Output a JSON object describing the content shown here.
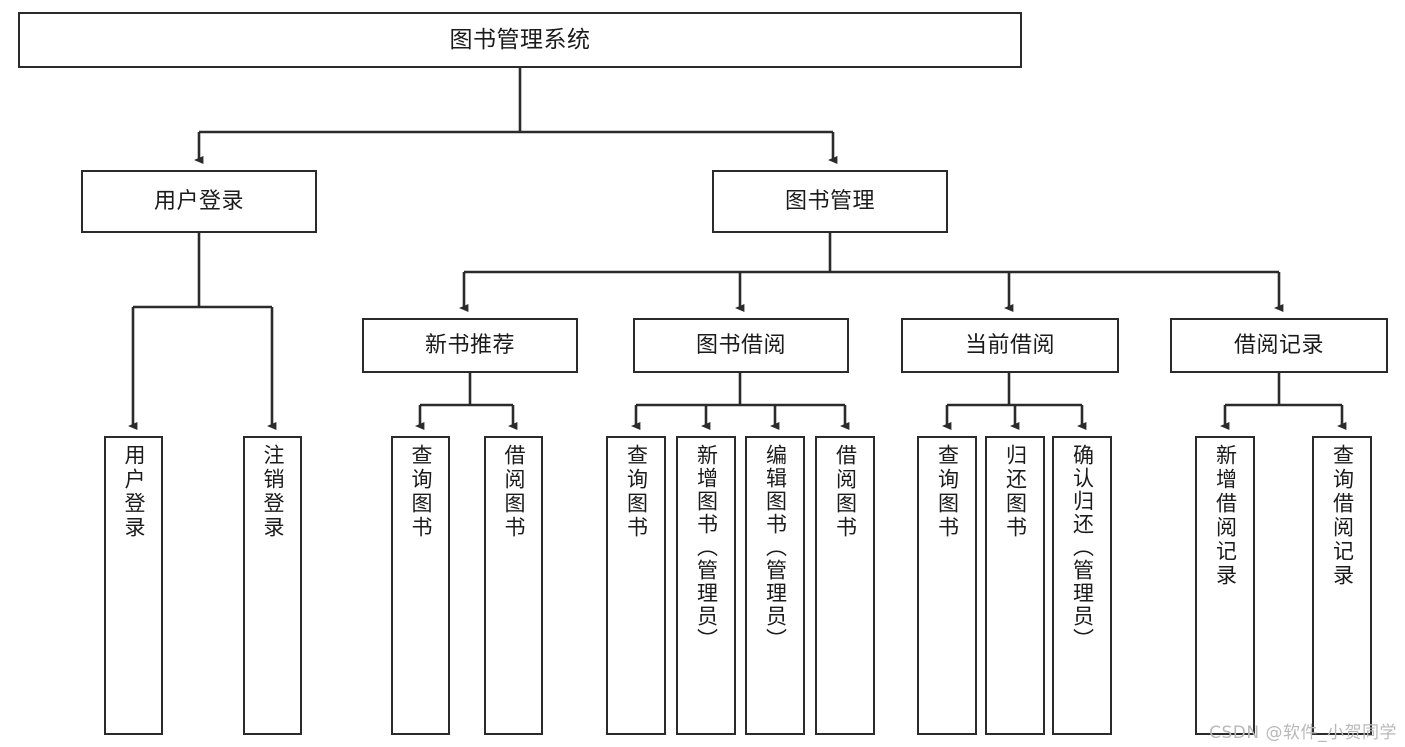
{
  "diagram": {
    "title": "图书管理系统",
    "type": "hierarchy-tree",
    "colors": {
      "stroke": "#2b2b2b",
      "fill": "#ffffff",
      "text": "#1b1b1b",
      "watermark": "#b9b9b9"
    },
    "root": {
      "label": "图书管理系统"
    },
    "level2": [
      {
        "label": "用户登录"
      },
      {
        "label": "图书管理"
      }
    ],
    "level3": [
      {
        "label": "新书推荐"
      },
      {
        "label": "图书借阅"
      },
      {
        "label": "当前借阅"
      },
      {
        "label": "借阅记录"
      }
    ],
    "leaves_user_login": [
      {
        "label": "用户登录"
      },
      {
        "label": "注销登录"
      }
    ],
    "leaves_new_book": [
      {
        "label": "查询图书"
      },
      {
        "label": "借阅图书"
      }
    ],
    "leaves_borrow": [
      {
        "label": "查询图书"
      },
      {
        "label": "新增图书（管理员）"
      },
      {
        "label": "编辑图书（管理员）"
      },
      {
        "label": "借阅图书"
      }
    ],
    "leaves_current": [
      {
        "label": "查询图书"
      },
      {
        "label": "归还图书"
      },
      {
        "label": "确认归还（管理员）"
      }
    ],
    "leaves_record": [
      {
        "label": "新增借阅记录"
      },
      {
        "label": "查询借阅记录"
      }
    ]
  },
  "watermark": {
    "text": "CSDN @软件_小贺同学"
  }
}
